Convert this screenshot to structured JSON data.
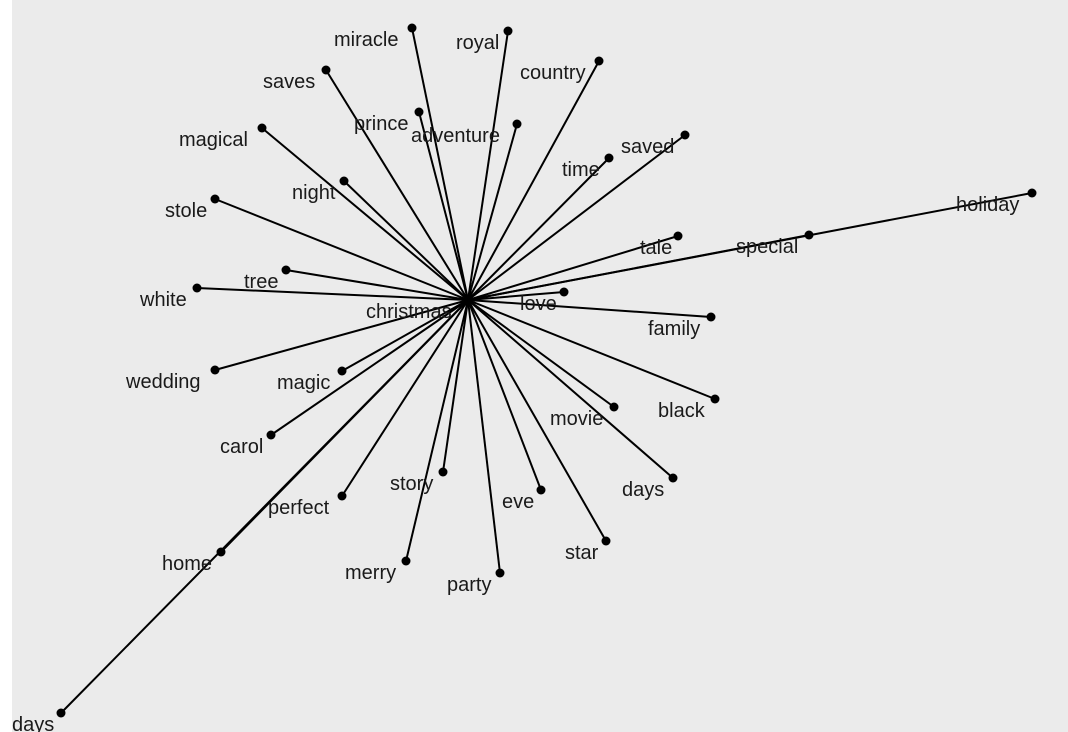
{
  "colors": {
    "panel_background": "#ebebeb",
    "edge": "#000000",
    "node": "#000000",
    "label": "#1a1a1a"
  },
  "hub": "christmas",
  "words": [
    "miracle",
    "royal",
    "country",
    "saves",
    "prince",
    "adventure",
    "magical",
    "saved",
    "time",
    "night",
    "stole",
    "holiday",
    "special",
    "tale",
    "tree",
    "white",
    "love",
    "family",
    "wedding",
    "magic",
    "black",
    "movie",
    "carol",
    "days",
    "story",
    "eve",
    "perfect",
    "star",
    "home",
    "merry",
    "party",
    "days"
  ]
}
